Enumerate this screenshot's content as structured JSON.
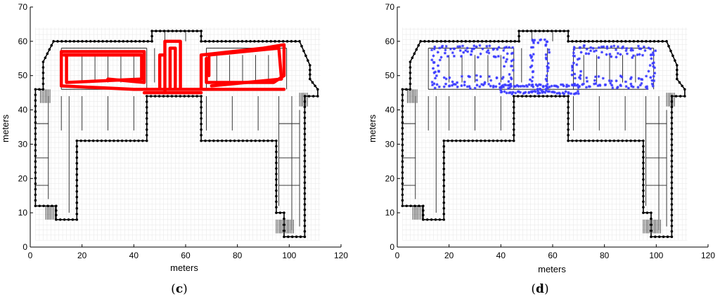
{
  "panels": [
    {
      "id": "c",
      "caption_open": "(",
      "caption_letter": "c",
      "caption_close": ")",
      "xlabel": "meters",
      "ylabel": "meters",
      "xticks": [
        "0",
        "20",
        "40",
        "60",
        "80",
        "100",
        "120"
      ],
      "yticks": [
        "0",
        "10",
        "20",
        "30",
        "40",
        "50",
        "60",
        "70"
      ],
      "overlay": "trajectory",
      "overlay_color": "#ff0000"
    },
    {
      "id": "d",
      "caption_open": "(",
      "caption_letter": "d",
      "caption_close": ")",
      "xlabel": "meters",
      "ylabel": "meters",
      "xticks": [
        "0",
        "20",
        "40",
        "60",
        "80",
        "100",
        "120"
      ],
      "yticks": [
        "0",
        "10",
        "20",
        "30",
        "40",
        "50",
        "60",
        "70"
      ],
      "overlay": "points",
      "overlay_color": "#3b3bff"
    }
  ],
  "axes": {
    "xlim": [
      0,
      120
    ],
    "ylim": [
      0,
      70
    ]
  },
  "colors": {
    "walls": "#000000",
    "grid": "#e6e6e6"
  }
}
